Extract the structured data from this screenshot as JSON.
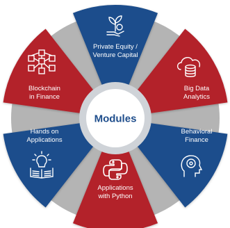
{
  "diagram": {
    "center": {
      "label": "Modules"
    },
    "colors": {
      "red": "#b3212c",
      "blue": "#1f4e8c",
      "gray": "#b4b4b4",
      "hub_ring": "#cfd3d8",
      "hub_fill": "#ffffff"
    },
    "segments": [
      {
        "id": "pe",
        "lines": [
          "Private Equity /",
          "Venture Capital"
        ],
        "color": "blue",
        "icon": "money-plant-icon"
      },
      {
        "id": "bd",
        "lines": [
          "Big Data",
          "Analytics"
        ],
        "color": "red",
        "icon": "cloud-database-icon"
      },
      {
        "id": "bf",
        "lines": [
          "Behavioral",
          "Finance"
        ],
        "color": "blue",
        "icon": "brain-head-icon"
      },
      {
        "id": "py",
        "lines": [
          "Applications",
          "with Python"
        ],
        "color": "red",
        "icon": "python-icon"
      },
      {
        "id": "ha",
        "lines": [
          "Hands on",
          "Applications"
        ],
        "color": "blue",
        "icon": "lightbulb-book-icon"
      },
      {
        "id": "bc",
        "lines": [
          "Blockchain",
          "in Finance"
        ],
        "color": "red",
        "icon": "blockchain-icon"
      }
    ]
  }
}
